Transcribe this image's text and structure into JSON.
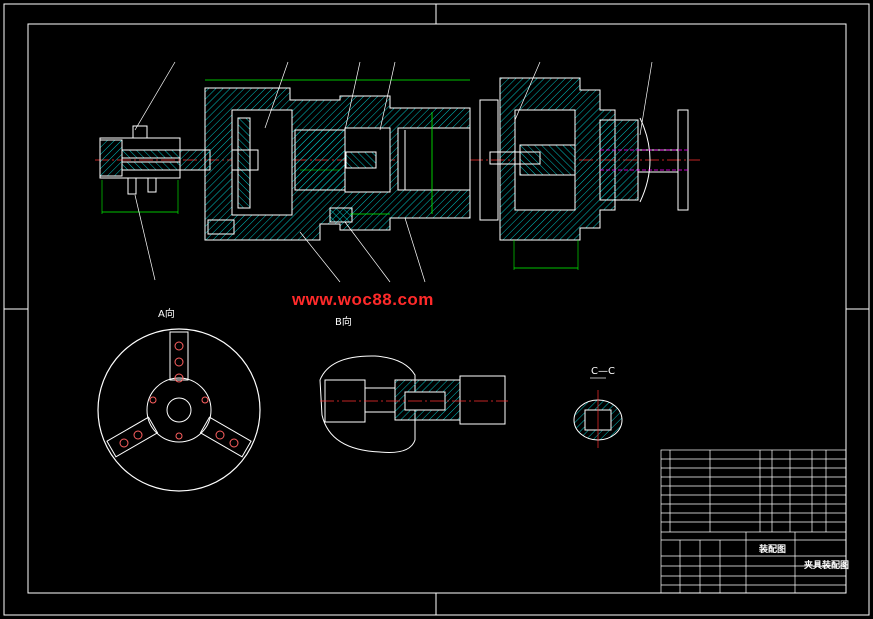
{
  "watermark": "www.woc88.com",
  "views": {
    "a_label": "A向",
    "b_label": "B向",
    "cc_label": "C—C"
  },
  "title_block": {
    "drawing_type": "装配图",
    "title": "夹具装配图"
  },
  "colors": {
    "background": "#000000",
    "outline": "#ffffff",
    "hatch": "#00c0c0",
    "dimension": "#00ff00",
    "centerline": "#ff3030",
    "hidden": "#ff00ff",
    "watermark": "#ff2a2a"
  }
}
